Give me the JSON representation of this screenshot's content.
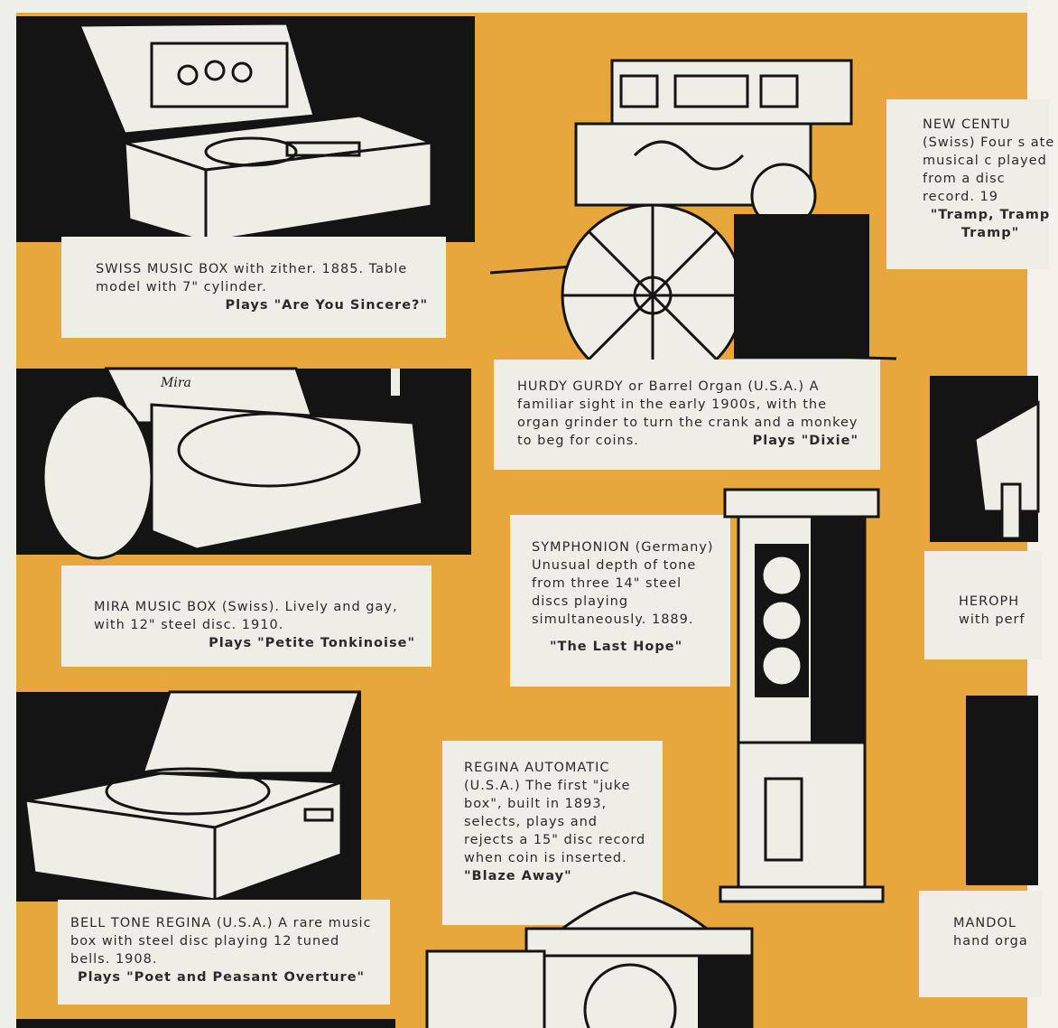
{
  "captions": {
    "swiss": {
      "desc": "SWISS MUSIC BOX with zither. 1885. Table model with 7\" cylinder.",
      "plays": "Plays \"Are You Sincere?\""
    },
    "hurdy": {
      "desc": "HURDY GURDY or Barrel Organ (U.S.A.) A familiar sight in the early 1900s, with the organ grinder to turn the crank and a monkey to beg for coins.",
      "plays": "Plays \"Dixie\""
    },
    "newcentury": {
      "desc": "NEW CENTU (Swiss) Four s ate musical c played from a disc record. 19",
      "plays": "\"Tramp, Tramp Tramp\""
    },
    "mira": {
      "desc": "MIRA MUSIC BOX (Swiss). Lively and gay, with 12\" steel disc. 1910.",
      "plays": "Plays \"Petite Tonkinoise\""
    },
    "symphonion": {
      "desc": "SYMPHONION (Germany) Unusual depth of tone from three 14\" steel discs playing simultaneously. 1889.",
      "plays": "\"The Last Hope\""
    },
    "heroph": {
      "desc": "HEROPH with perf"
    },
    "regina": {
      "desc": "REGINA AUTOMATIC (U.S.A.) The first \"juke box\", built in 1893, selects, plays and rejects a 15\" disc record when coin is inserted.",
      "plays": "\"Blaze Away\""
    },
    "belltone": {
      "desc": "BELL TONE REGINA (U.S.A.) A rare music box with steel disc playing 12 tuned bells. 1908.",
      "plays": "Plays \"Poet and Peasant Overture\""
    },
    "mandol": {
      "desc": "MANDOL hand orga"
    }
  },
  "illustration_labels": {
    "mira_lid": "Mira"
  },
  "colors": {
    "background": "#e8a73c",
    "panel": "#141414",
    "caption": "#efeee6"
  }
}
